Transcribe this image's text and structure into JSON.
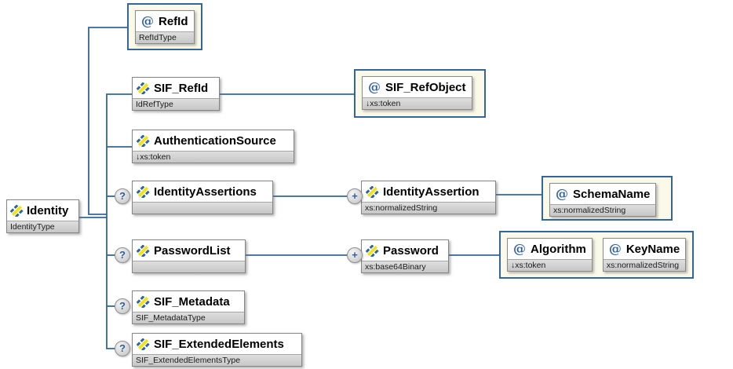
{
  "nodes": {
    "identity": {
      "name": "Identity",
      "type": "IdentityType"
    },
    "refid": {
      "name": "RefId",
      "type": "RefIdType"
    },
    "sif_refid": {
      "name": "SIF_RefId",
      "type": "IdRefType"
    },
    "sif_refobject": {
      "name": "SIF_RefObject",
      "type": "↓xs:token"
    },
    "authenticationsource": {
      "name": "AuthenticationSource",
      "type": "↓xs:token"
    },
    "identityassertions": {
      "name": "IdentityAssertions",
      "type": ""
    },
    "identityassertion": {
      "name": "IdentityAssertion",
      "type": "xs:normalizedString"
    },
    "schemaname": {
      "name": "SchemaName",
      "type": "xs:normalizedString"
    },
    "passwordlist": {
      "name": "PasswordList",
      "type": ""
    },
    "password": {
      "name": "Password",
      "type": "xs:base64Binary"
    },
    "algorithm": {
      "name": "Algorithm",
      "type": "↓xs:token"
    },
    "keyname": {
      "name": "KeyName",
      "type": "xs:normalizedString"
    },
    "sif_metadata": {
      "name": "SIF_Metadata",
      "type": "SIF_MetadataType"
    },
    "sif_extendedelements": {
      "name": "SIF_ExtendedElements",
      "type": "SIF_ExtendedElementsType"
    }
  },
  "badges": {
    "optional": "?",
    "repeating": "+"
  },
  "attribute_symbol": "@",
  "colors": {
    "connector_line": "#336699",
    "attr_container_bg": "#fbfaea",
    "attr_container_border": "#336699",
    "band_bg": "#d4d4d4",
    "attribute_symbol_blue": "#2d5f9f",
    "element_icon_yellow": "#f2e31f",
    "element_icon_blue": "#2e64a0"
  }
}
